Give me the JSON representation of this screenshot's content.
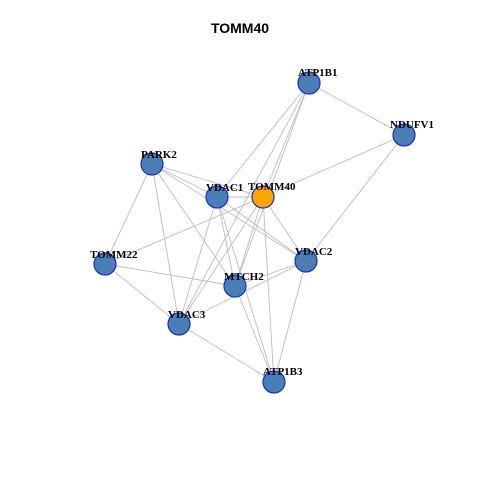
{
  "title": "TOMM40",
  "colors": {
    "node_default": "#4a7fb5",
    "node_focus": "#ffa500",
    "node_border": "#1a2fb8",
    "edge": "#bdbdbd"
  },
  "focus_node": "TOMM40",
  "nodes": [
    {
      "id": "ATP1B1",
      "label": "ATP1B1"
    },
    {
      "id": "NDUFV1",
      "label": "NDUFV1"
    },
    {
      "id": "PARK2",
      "label": "PARK2"
    },
    {
      "id": "VDAC1",
      "label": "VDAC1"
    },
    {
      "id": "TOMM40",
      "label": "TOMM40"
    },
    {
      "id": "TOMM22",
      "label": "TOMM22"
    },
    {
      "id": "VDAC2",
      "label": "VDAC2"
    },
    {
      "id": "MTCH2",
      "label": "MTCH2"
    },
    {
      "id": "VDAC3",
      "label": "VDAC3"
    },
    {
      "id": "ATP1B3",
      "label": "ATP1B3"
    }
  ],
  "edges": [
    [
      "ATP1B1",
      "NDUFV1"
    ],
    [
      "ATP1B1",
      "VDAC1"
    ],
    [
      "ATP1B1",
      "TOMM40"
    ],
    [
      "ATP1B1",
      "MTCH2"
    ],
    [
      "ATP1B1",
      "VDAC3"
    ],
    [
      "NDUFV1",
      "TOMM40"
    ],
    [
      "NDUFV1",
      "VDAC2"
    ],
    [
      "PARK2",
      "VDAC1"
    ],
    [
      "PARK2",
      "TOMM40"
    ],
    [
      "PARK2",
      "TOMM22"
    ],
    [
      "PARK2",
      "VDAC2"
    ],
    [
      "PARK2",
      "MTCH2"
    ],
    [
      "PARK2",
      "VDAC3"
    ],
    [
      "VDAC1",
      "TOMM40"
    ],
    [
      "VDAC1",
      "VDAC2"
    ],
    [
      "VDAC1",
      "MTCH2"
    ],
    [
      "VDAC1",
      "VDAC3"
    ],
    [
      "VDAC1",
      "ATP1B3"
    ],
    [
      "TOMM40",
      "TOMM22"
    ],
    [
      "TOMM40",
      "VDAC2"
    ],
    [
      "TOMM40",
      "MTCH2"
    ],
    [
      "TOMM40",
      "VDAC3"
    ],
    [
      "TOMM40",
      "ATP1B3"
    ],
    [
      "TOMM22",
      "MTCH2"
    ],
    [
      "TOMM22",
      "VDAC3"
    ],
    [
      "VDAC2",
      "MTCH2"
    ],
    [
      "VDAC2",
      "VDAC3"
    ],
    [
      "VDAC2",
      "ATP1B3"
    ],
    [
      "MTCH2",
      "ATP1B3"
    ],
    [
      "VDAC3",
      "ATP1B3"
    ]
  ]
}
